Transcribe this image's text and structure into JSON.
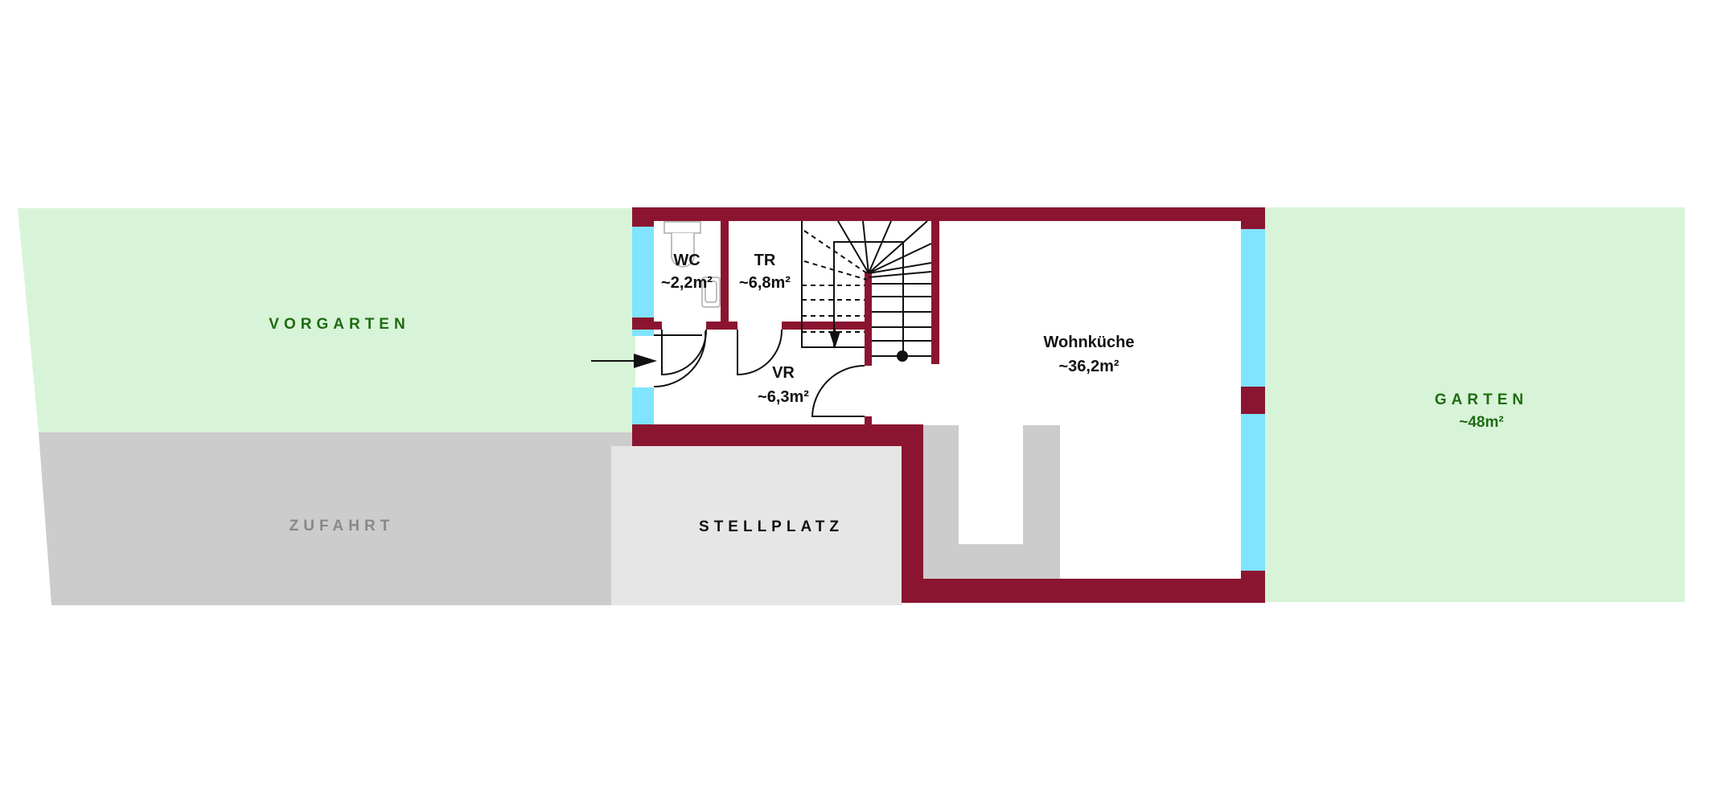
{
  "colors": {
    "wall": "#8b1530",
    "window": "#80e4ff",
    "garden": "#d8f4d8",
    "driveway": "#cccccc",
    "parking": "#e6e6e6",
    "garden_text": "#1f6b12",
    "driveway_text": "#888888"
  },
  "outdoor": {
    "vorgarten": "VORGARTEN",
    "zufahrt": "ZUFAHRT",
    "stellplatz": "STELLPLATZ",
    "garten": "GARTEN",
    "garten_area": "~48m²"
  },
  "rooms": {
    "wc": {
      "name": "WC",
      "area": "~2,2m²"
    },
    "tr": {
      "name": "TR",
      "area": "~6,8m²"
    },
    "vr": {
      "name": "VR",
      "area": "~6,3m²"
    },
    "wohnkueche": {
      "name": "Wohnküche",
      "area": "~36,2m²"
    }
  },
  "icons": [
    "entrance-arrow-icon",
    "toilet-icon",
    "sink-icon",
    "stair-direction-arrow-icon"
  ]
}
